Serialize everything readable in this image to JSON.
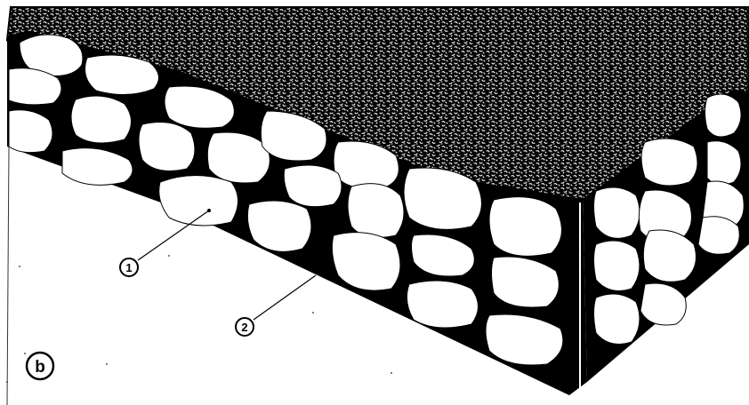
{
  "panel_label": "b",
  "callouts": [
    {
      "label": "1"
    },
    {
      "label": "2"
    }
  ],
  "colors": {
    "ink": "#000000",
    "paper": "#ffffff",
    "stone": "#ffffff"
  }
}
